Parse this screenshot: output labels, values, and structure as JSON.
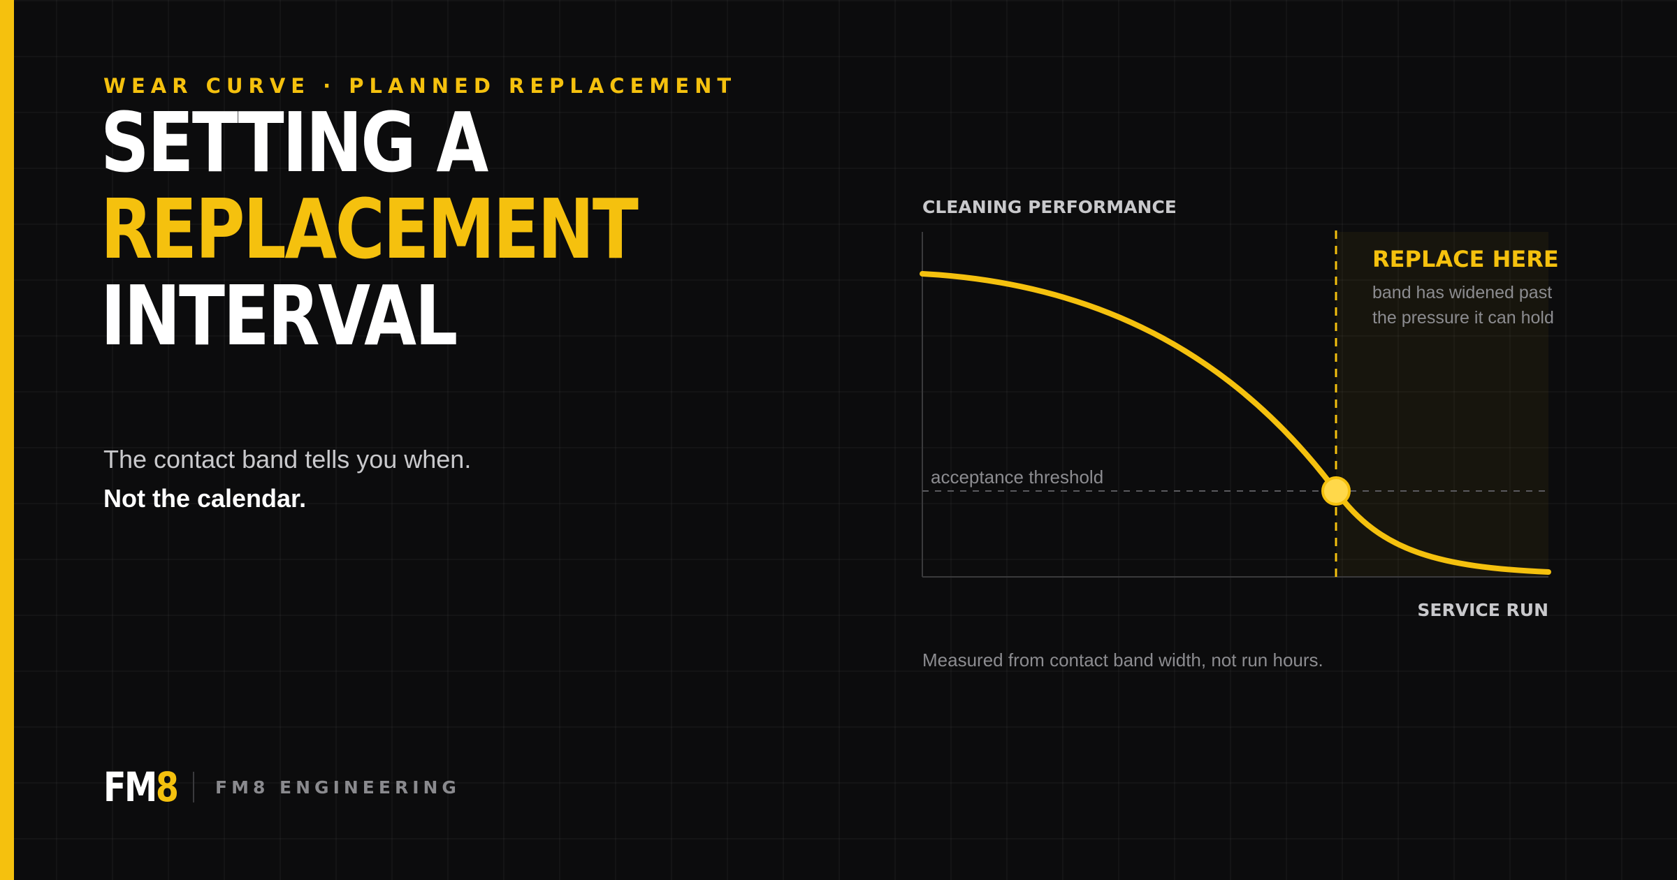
{
  "kicker": "WEAR CURVE · PLANNED REPLACEMENT",
  "title": {
    "line1": "SETTING A",
    "line2": "REPLACEMENT",
    "line3": "INTERVAL"
  },
  "lede": {
    "line1": "The contact band tells you when.",
    "line2": "Not the calendar."
  },
  "chart": {
    "y_label": "CLEANING PERFORMANCE",
    "x_label": "SERVICE RUN",
    "threshold_label": "acceptance threshold",
    "callout_title": "REPLACE HERE",
    "callout_line1": "band has widened past",
    "callout_line2": "the pressure it can hold",
    "caption": "Measured from contact band width, not run hours."
  },
  "brand": {
    "logo_letters": "FM",
    "logo_number": "8",
    "name": "FM8 ENGINEERING"
  },
  "colors": {
    "accent": "#f5c10e",
    "background": "#0c0c0d",
    "muted_text": "#8c8c90"
  }
}
